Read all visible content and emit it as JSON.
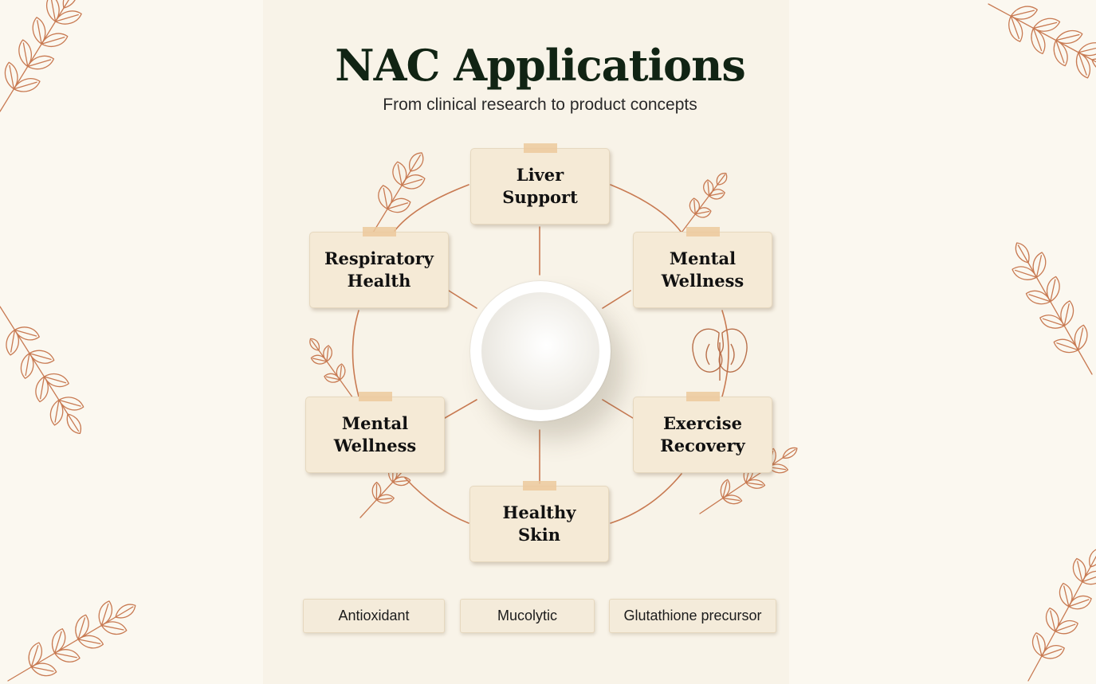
{
  "title": "NAC Applications",
  "subtitle": "From clinical research to product concepts",
  "center": {
    "icon": "powder-bowl"
  },
  "applications": [
    {
      "id": "liver",
      "label": "Liver\nSupport"
    },
    {
      "id": "mental-right",
      "label": "Mental\nWellness"
    },
    {
      "id": "exercise",
      "label": "Exercise\nRecovery"
    },
    {
      "id": "skin",
      "label": "Healthy\nSkin"
    },
    {
      "id": "mental-left",
      "label": "Mental\nWellness"
    },
    {
      "id": "respiratory",
      "label": "Respiratory\nHealth"
    }
  ],
  "properties": [
    "Antioxidant",
    "Mucolytic",
    "Glutathione precursor"
  ],
  "colors": {
    "background": "#fbf8f0",
    "accent_line": "#c87a52",
    "card": "#f5ead6",
    "title": "#112414",
    "tape": "#ecc99c"
  },
  "decorations": [
    "leaf-sprig",
    "kidney-illustration"
  ]
}
